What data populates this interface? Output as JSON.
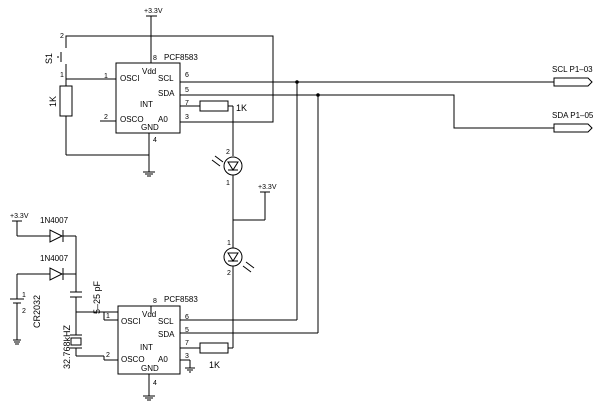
{
  "chips": [
    {
      "part": "PCF8583",
      "pins": {
        "vdd": "Vdd",
        "osci": "OSCI",
        "osco": "OSCO",
        "scl": "SCL",
        "sda": "SDA",
        "int": "INT",
        "a0": "A0",
        "gnd": "GND"
      },
      "pin_numbers": {
        "vdd": "8",
        "osci": "1",
        "osco": "2",
        "scl": "6",
        "sda": "5",
        "int": "7",
        "a0": "3",
        "gnd": "4"
      }
    },
    {
      "part": "PCF8583",
      "pins": {
        "vdd": "Vdd",
        "osci": "OSCI",
        "osco": "OSCO",
        "scl": "SCL",
        "sda": "SDA",
        "int": "INT",
        "a0": "A0",
        "gnd": "GND"
      },
      "pin_numbers": {
        "vdd": "8",
        "osci": "1",
        "osco": "2",
        "scl": "6",
        "sda": "5",
        "int": "7",
        "a0": "3",
        "gnd": "4"
      }
    }
  ],
  "supply": {
    "label": "+3.3V"
  },
  "switch": {
    "ref": "S1",
    "pin1": "1",
    "pin2": "2"
  },
  "resistors": [
    {
      "value": "1K"
    },
    {
      "value": "1K"
    },
    {
      "value": "1K"
    }
  ],
  "leds": [
    {
      "pin_a": "2",
      "pin_b": "1"
    },
    {
      "pin_a": "1",
      "pin_b": "2"
    }
  ],
  "diodes": [
    {
      "part": "1N4007"
    },
    {
      "part": "1N4007"
    }
  ],
  "battery": {
    "part": "CR2032",
    "pin1": "1",
    "pin2": "2"
  },
  "capacitor": {
    "value": "5–25 pF"
  },
  "crystal": {
    "value": "32.768kHZ"
  },
  "connectors": [
    {
      "label": "SCL P1–03"
    },
    {
      "label": "SDA P1–05"
    }
  ]
}
